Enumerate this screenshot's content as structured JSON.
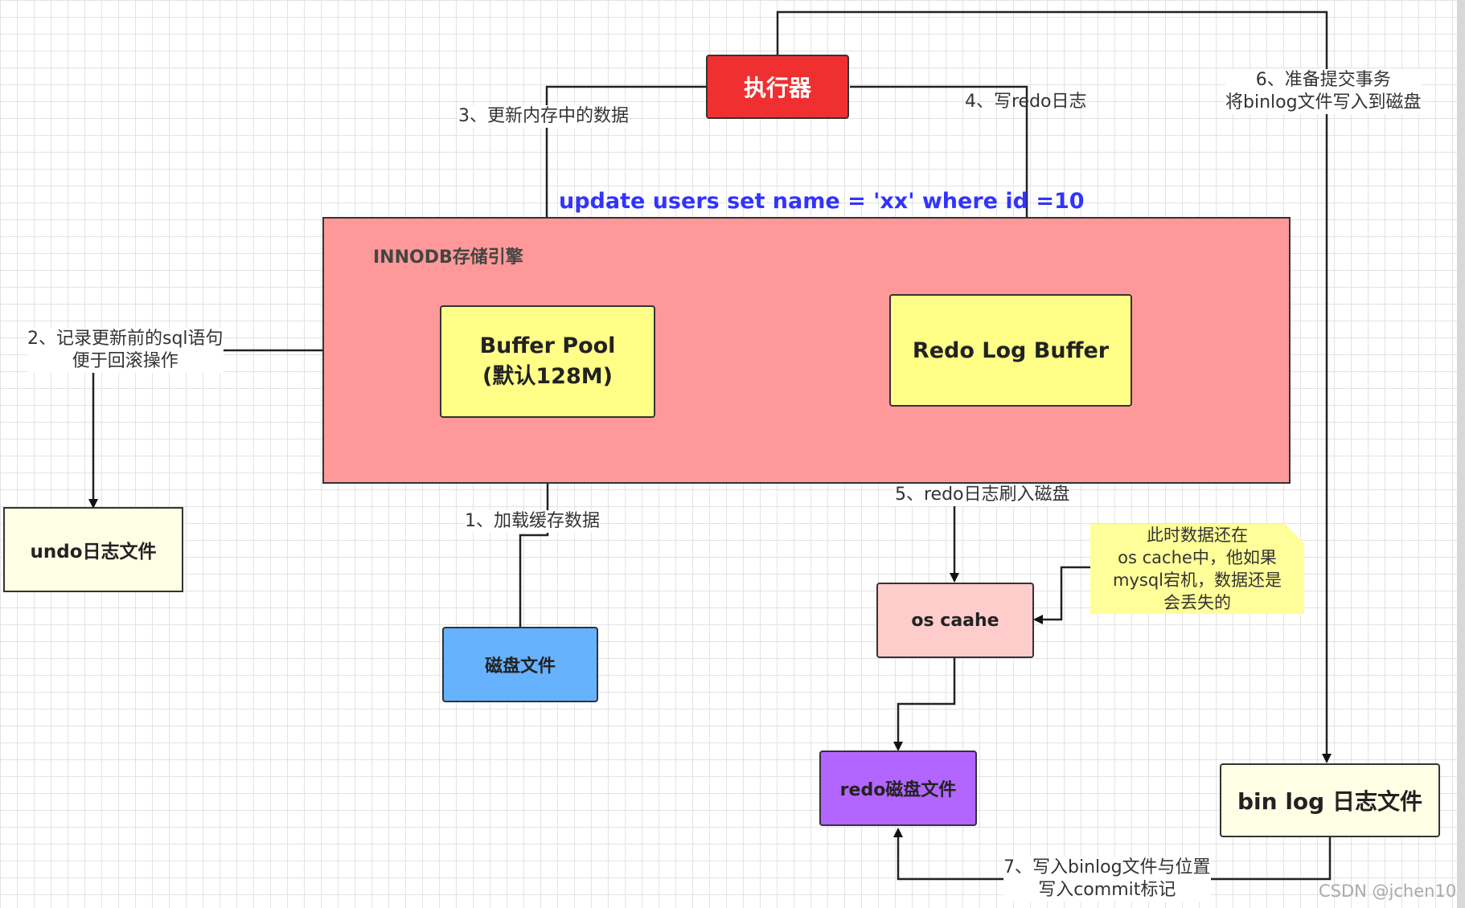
{
  "diagram": {
    "executor": "执行器",
    "sql": "update users set name = 'xx' where id =10",
    "engine_title": "INNODB存储引擎",
    "buffer_pool": {
      "line1": "Buffer Pool",
      "line2": "(默认128M)"
    },
    "redo_log_buffer": "Redo Log Buffer",
    "undo_file": "undo日志文件",
    "disk_file": "磁盘文件",
    "os_cache": "os caahe",
    "redo_disk_file": "redo磁盘文件",
    "binlog_file": "bin log 日志文件",
    "note": [
      "此时数据还在",
      "os cache中，他如果",
      "mysql宕机，数据还是",
      "会丢失的"
    ],
    "steps": {
      "step1": "1、加载缓存数据",
      "step2": [
        "2、记录更新前的sql语句",
        "便于回滚操作"
      ],
      "step3": "3、更新内存中的数据",
      "step4": "4、写redo日志",
      "step5": "5、redo日志刷入磁盘",
      "step6": [
        "6、准备提交事务",
        "将binlog文件写入到磁盘"
      ],
      "step7": [
        "7、写入binlog文件与位置",
        "写入commit标记"
      ]
    },
    "watermark": "CSDN @jchen10"
  },
  "colors": {
    "executor": "#f03030",
    "engine": "#ff9999",
    "buffer": "#ffff88",
    "undo": "#ffffe6",
    "disk": "#66b2ff",
    "os_cache": "#ffcccc",
    "redo_disk": "#b266ff",
    "binlog": "#ffffe6",
    "note": "#ffff99",
    "sql_text": "#3333ff"
  }
}
